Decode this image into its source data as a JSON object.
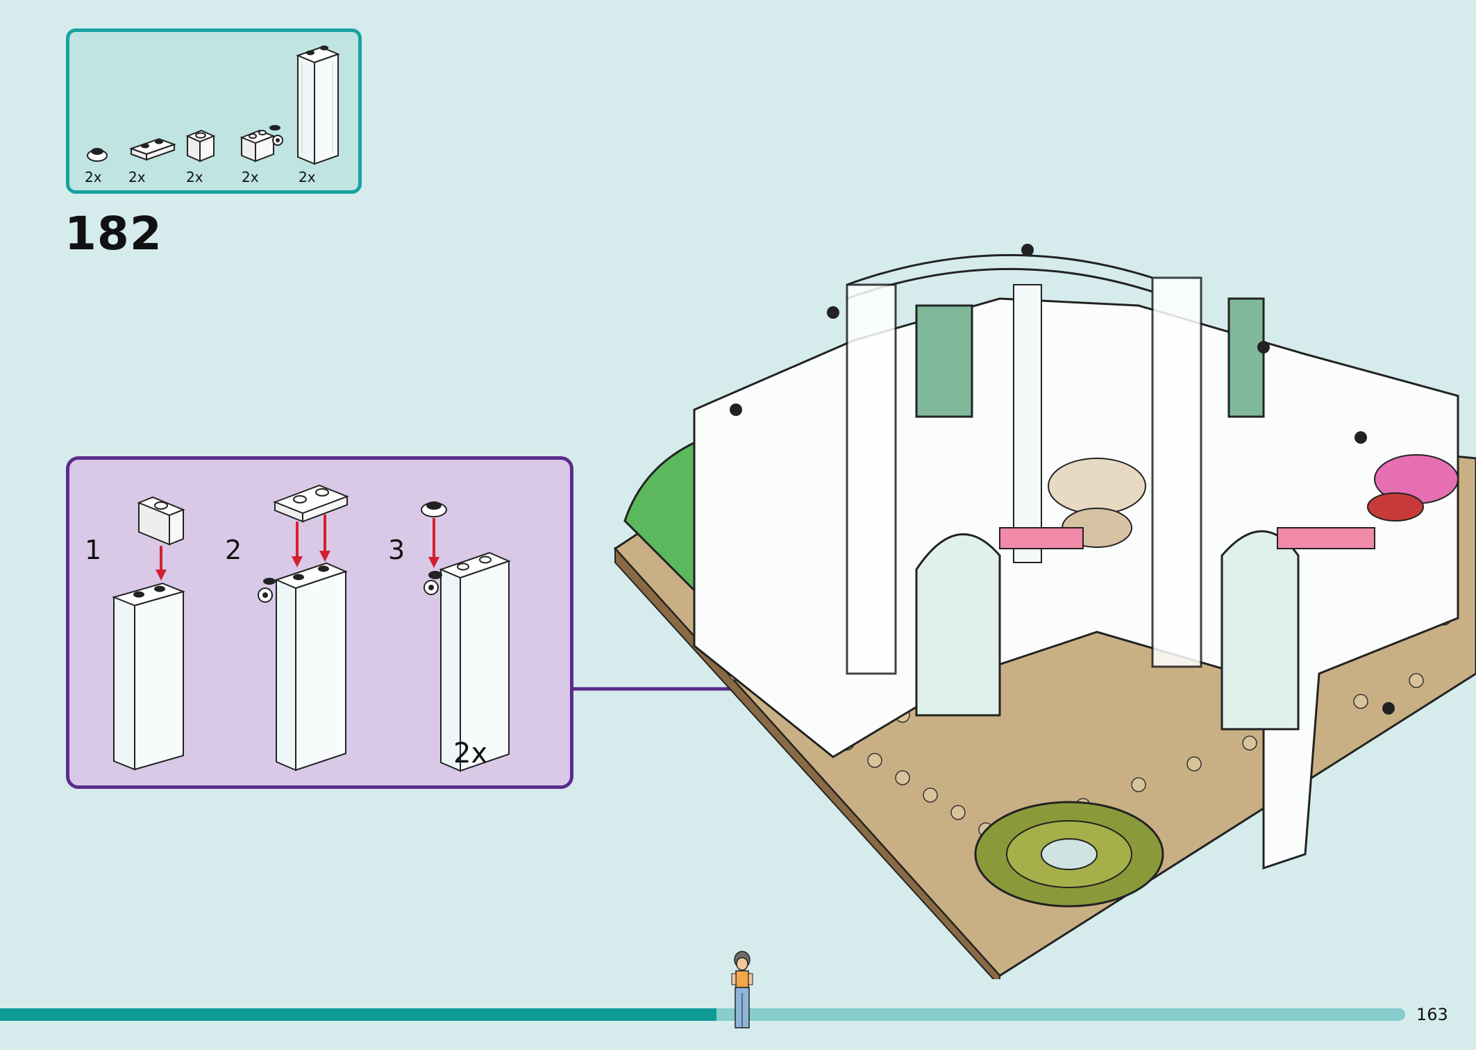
{
  "parts_list": {
    "items": [
      {
        "name": "round-plate-with-clip",
        "quantity": "2x"
      },
      {
        "name": "plate-1x2",
        "quantity": "2x"
      },
      {
        "name": "brick-1x1",
        "quantity": "2x"
      },
      {
        "name": "brick-1x2-with-clip",
        "quantity": "2x"
      },
      {
        "name": "brick-1x2x5-transparent",
        "quantity": "2x"
      }
    ]
  },
  "step": {
    "number": "182"
  },
  "subassembly": {
    "steps": [
      "1",
      "2",
      "3"
    ],
    "multiplier": "2x"
  },
  "progress": {
    "fraction": 0.51
  },
  "page": {
    "number": "163"
  },
  "colors": {
    "background": "#d6ecec",
    "parts_border": "#16a2a2",
    "callout_border": "#5a2c8e",
    "callout_fill": "#d9c9e7",
    "arrow_red": "#d3202f",
    "progress_fill": "#0f9a95"
  }
}
